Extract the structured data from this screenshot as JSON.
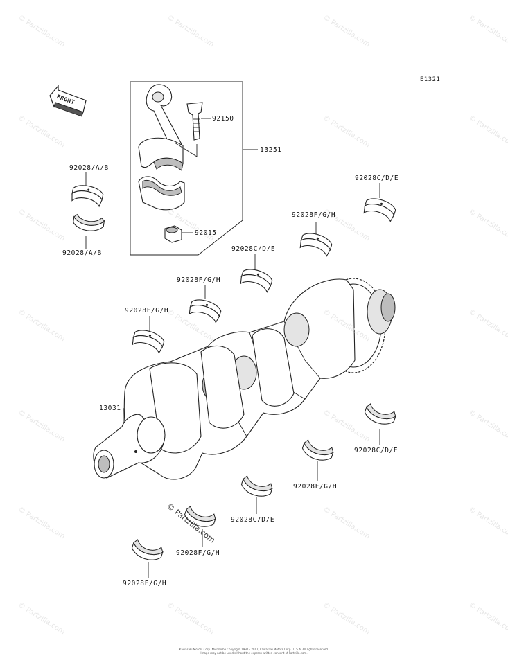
{
  "diagram_ref": "E1321",
  "front_label": "FRONT",
  "watermark": "© Partzilla.com",
  "center_watermark": "© Partzilla.com",
  "footer": [
    "Kawasaki Motors Corp. Microfiche Copyright 1994 - 2017, Kawasaki Motors Corp., U.S.A. All rights reserved.",
    "Image may not be used without the express written consent of Partzilla.com."
  ],
  "labels": {
    "p92150": "92150",
    "p13251": "13251",
    "p92015": "92015",
    "p92028ab_top": "92028/A/B",
    "p92028ab_bottom": "92028/A/B",
    "p92028cde_1": "92028C/D/E",
    "p92028fgh_1": "92028F/G/H",
    "p92028cde_2": "92028C/D/E",
    "p92028fgh_2": "92028F/G/H",
    "p92028fgh_3": "92028F/G/H",
    "p13031": "13031",
    "p92028cde_3": "92028C/D/E",
    "p92028fgh_4": "92028F/G/H",
    "p92028cde_4": "92028C/D/E",
    "p92028fgh_5": "92028F/G/H",
    "p92028fgh_6": "92028F/G/H"
  }
}
